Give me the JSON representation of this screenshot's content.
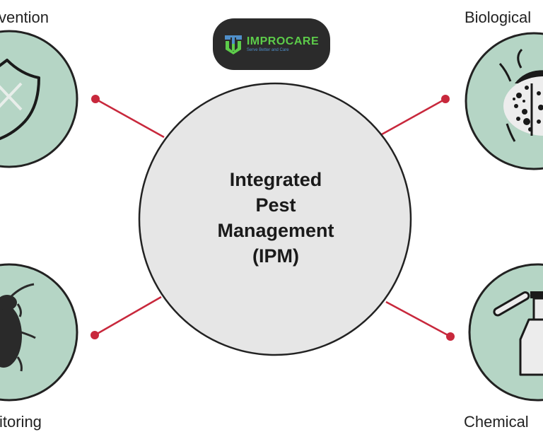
{
  "diagram": {
    "center": {
      "lines": [
        "Integrated",
        "Pest",
        "Management",
        "(IPM)"
      ]
    },
    "nodes": [
      {
        "id": "prevention",
        "label": "Prevention",
        "visible_label": "vention",
        "icon": "shield-x-icon"
      },
      {
        "id": "biological",
        "label": "Biological",
        "visible_label": "Biological",
        "icon": "ladybug-icon"
      },
      {
        "id": "monitoring",
        "label": "Monitoring",
        "visible_label": "itoring",
        "icon": "beetle-icon"
      },
      {
        "id": "chemical",
        "label": "Chemical",
        "visible_label": "Chemical",
        "icon": "spray-bottle-icon"
      }
    ],
    "colors": {
      "node_fill": "#b5d5c5",
      "center_fill": "#e6e6e6",
      "outline": "#222222",
      "connector": "#c8283c"
    }
  },
  "logo": {
    "name": "IMPROCARE",
    "tagline": "Serve Better and Care",
    "colors": {
      "background": "#2b2b2b",
      "green": "#5dcc4a",
      "blue": "#4f8fc9"
    }
  }
}
